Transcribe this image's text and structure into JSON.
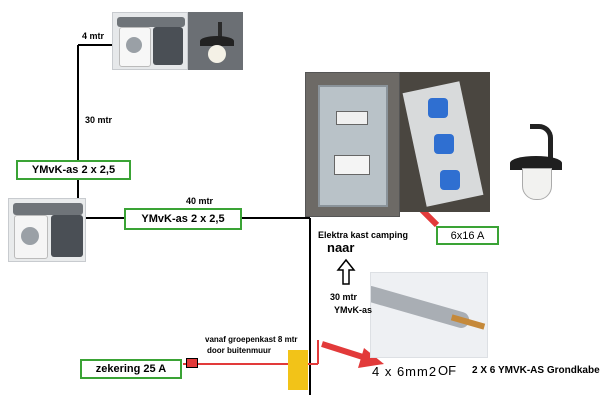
{
  "labels": {
    "dist_4": "4 mtr",
    "dist_30_top": "30 mtr",
    "dist_40": "40 mtr",
    "elektra_kast": "Elektra kast camping",
    "naar": "naar",
    "dist_30_bottom": "30 mtr",
    "cable_type_small": "YMvK-as",
    "vanaf_line1": "vanaf groepenkast 8 mtr",
    "vanaf_line2": "door buitenmuur",
    "bottom_cable_mm": "4 x 6mm2",
    "bottom_or": "OF",
    "bottom_grondkabel": "2 X 6 YMVK-AS Grondkabel"
  },
  "boxes": {
    "cable_left": "YMvK-as 2 x 2,5",
    "cable_middle": "YMvK-as 2 x 2,5",
    "amp_6x16": "6x16 A",
    "fuse_25": "zekering 25 A"
  },
  "colors": {
    "box_border": "#3aa335",
    "wire": "#000000",
    "red_arrow": "#e23a3a",
    "red_line": "#e23a3a",
    "yellow_block": "#f2c318"
  }
}
